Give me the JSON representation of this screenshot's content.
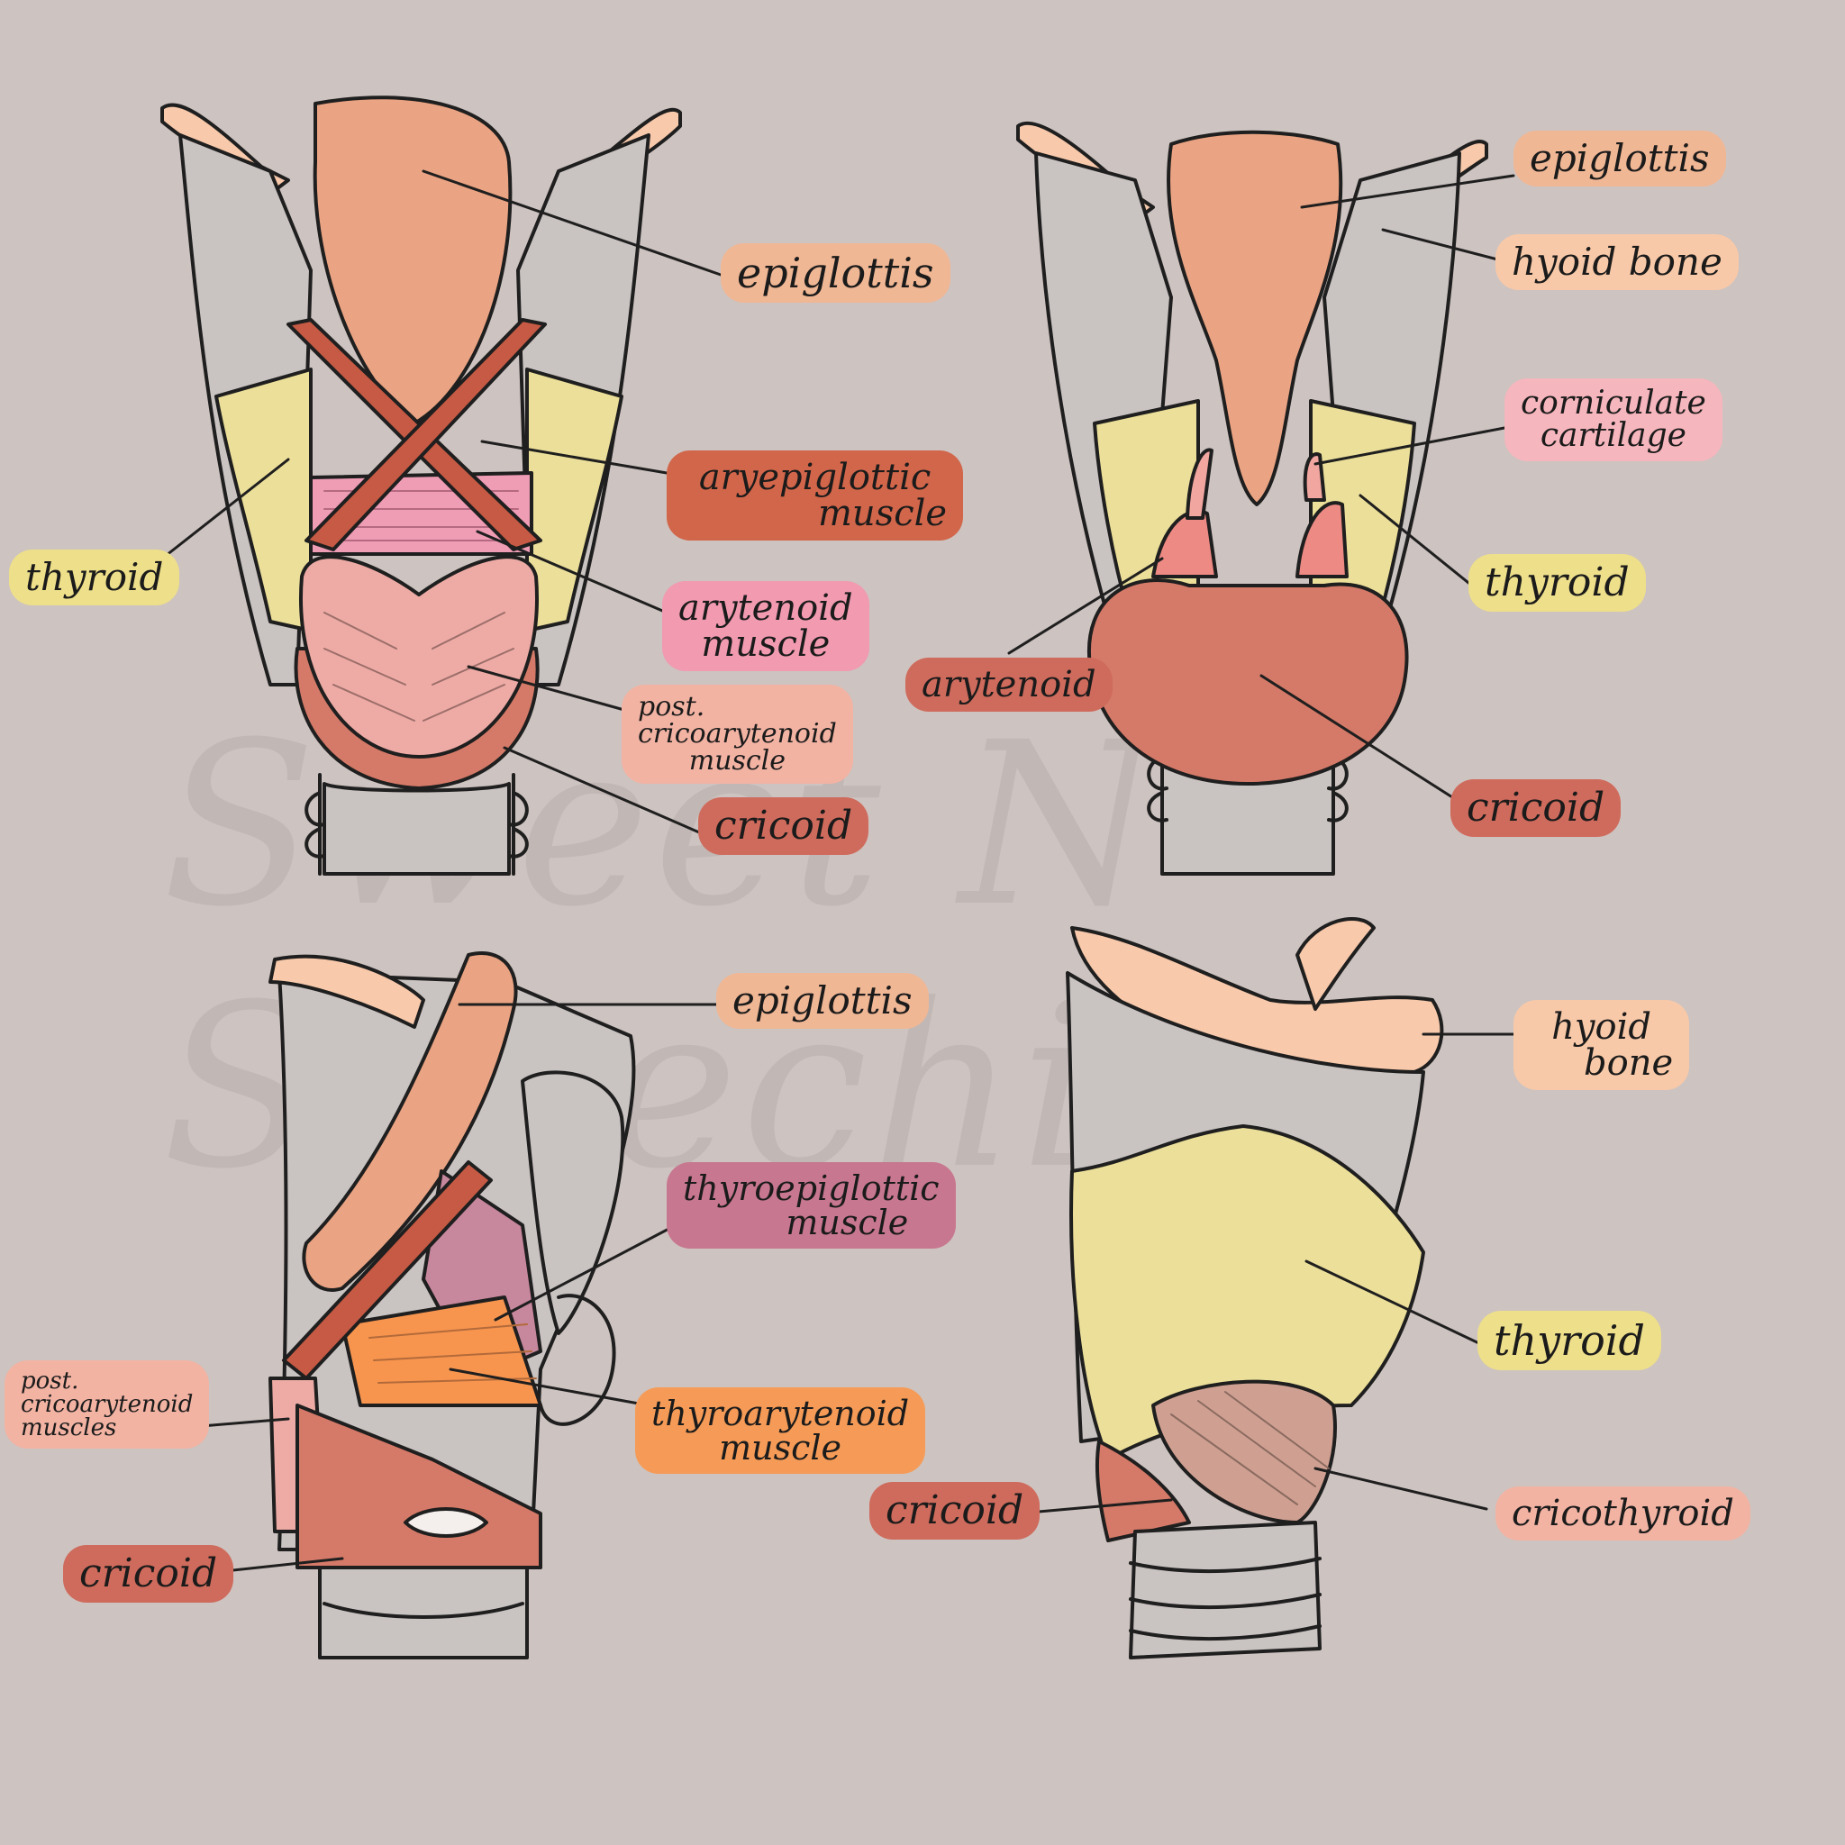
{
  "watermark": "Sweet N Speechie",
  "labels": {
    "tl_epiglottis": "epiglottis",
    "tl_aryepi_1": "aryepiglottic",
    "tl_aryepi_2": "muscle",
    "tl_thyroid": "thyroid",
    "tl_arytenoid_1": "arytenoid",
    "tl_arytenoid_2": "muscle",
    "tl_postcrico_1": "post.",
    "tl_postcrico_2": "cricoarytenoid",
    "tl_postcrico_3": "muscle",
    "tl_cricoid": "cricoid",
    "tr_epiglottis": "epiglottis",
    "tr_hyoid": "hyoid bone",
    "tr_cornic_1": "corniculate",
    "tr_cornic_2": "cartilage",
    "tr_thyroid": "thyroid",
    "tr_arytenoid": "arytenoid",
    "tr_cricoid": "cricoid",
    "bl_epiglottis": "epiglottis",
    "bl_thyroepi_1": "thyroepiglottic",
    "bl_thyroepi_2": "muscle",
    "bl_postcrico_1": "post.",
    "bl_postcrico_2": "cricoarytenoid",
    "bl_postcrico_3": "muscles",
    "bl_thyroary_1": "thyroarytenoid",
    "bl_thyroary_2": "muscle",
    "bl_cricoid": "cricoid",
    "br_hyoid_1": "hyoid",
    "br_hyoid_2": "bone",
    "br_thyroid": "thyroid",
    "br_cricoid": "cricoid",
    "br_cricothyroid": "cricothyroid"
  },
  "colors": {
    "background": "#cdc3c0",
    "cartilage_grey": "#c9c3c1",
    "epiglottis": "#eba483",
    "thyroid": "#ecdf99",
    "cricoid": "#d57a68",
    "arytenoid_muscle": "#ef9cb5",
    "aryepiglottic_muscle": "#c65a44",
    "thyroarytenoid_muscle": "#f7954f",
    "thyroepiglottic_muscle": "#c7879c",
    "hyoid": "#f8c9ab",
    "outline": "#1f1f1f"
  }
}
